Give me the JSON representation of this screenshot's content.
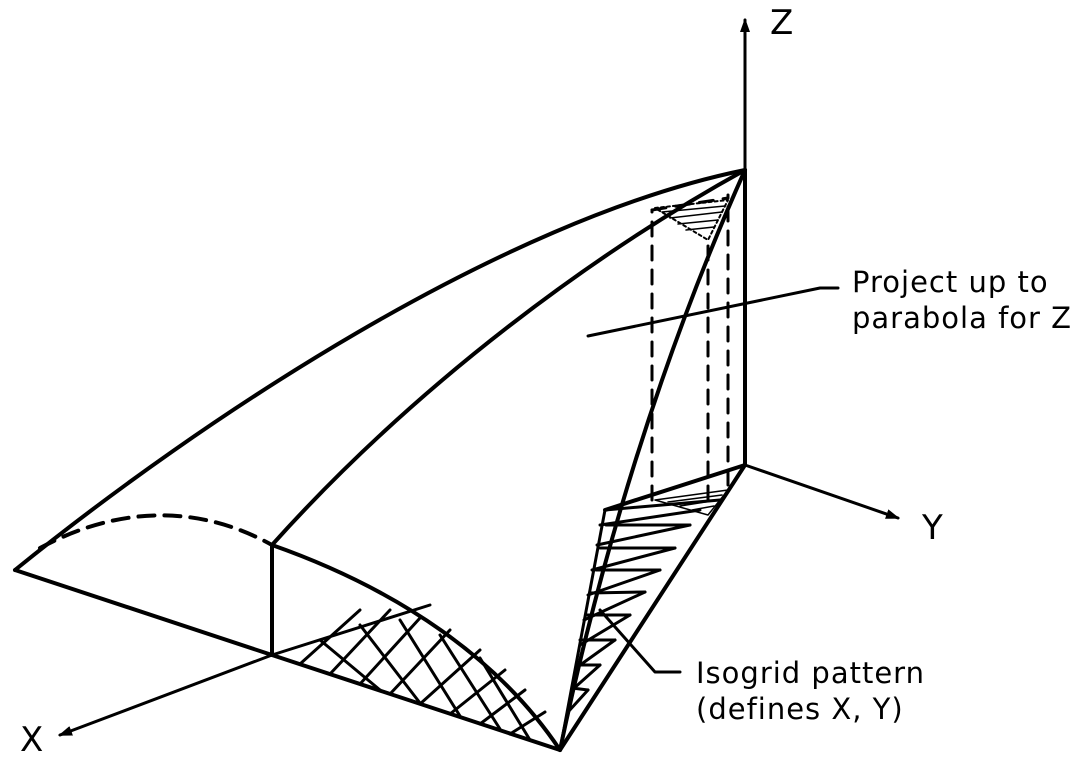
{
  "axes": {
    "x_label": "X",
    "y_label": "Y",
    "z_label": "Z"
  },
  "annotations": {
    "project": {
      "line1": "Project up to",
      "line2": "parabola for Z"
    },
    "isogrid": {
      "line1": "Isogrid pattern",
      "line2": "(defines X, Y)"
    }
  },
  "colors": {
    "ink": "#000000",
    "background": "#ffffff"
  }
}
